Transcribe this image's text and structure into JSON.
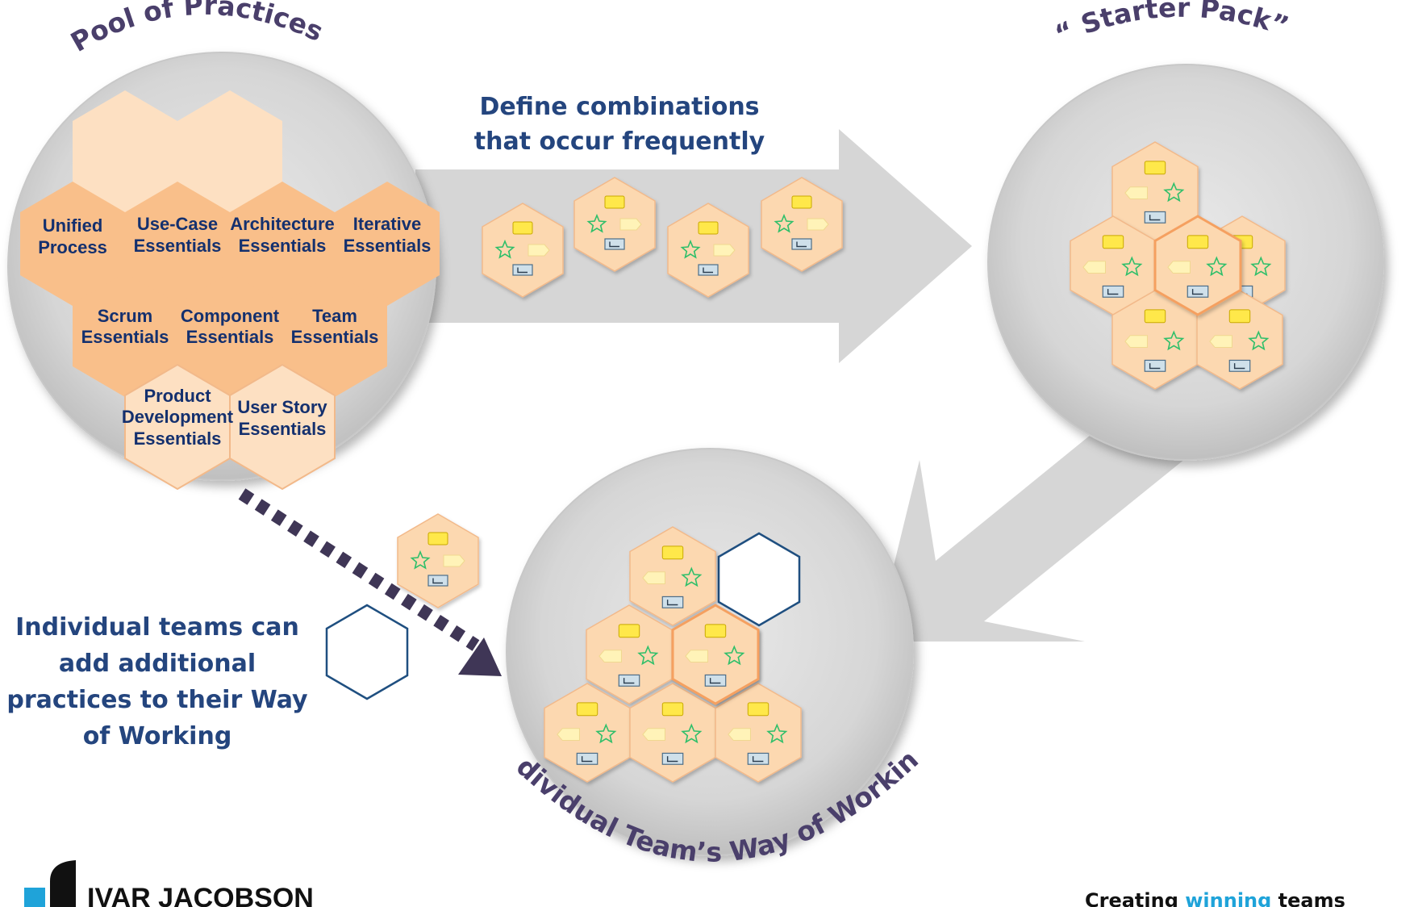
{
  "titles": {
    "pool": "Pool of Practices",
    "starter_pack": "“ Starter Pack”",
    "way_of_working": "Individual Team’s Way of Working"
  },
  "callouts": {
    "define_line1": "Define combinations",
    "define_line2": "that occur frequently",
    "teams_line1": "Individual teams can",
    "teams_line2": "add additional",
    "teams_line3": "practices to their Way",
    "teams_line4": "of Working"
  },
  "practices": [
    {
      "line1": "Unified",
      "line2": "Process"
    },
    {
      "line1": "Use-Case",
      "line2": "Essentials"
    },
    {
      "line1": "Architecture",
      "line2": "Essentials"
    },
    {
      "line1": "Iterative",
      "line2": "Essentials"
    },
    {
      "line1": "Scrum",
      "line2": "Essentials"
    },
    {
      "line1": "Component",
      "line2": "Essentials"
    },
    {
      "line1": "Team",
      "line2": "Essentials"
    },
    {
      "line1": "Product",
      "line2": "Development",
      "line3": "Essentials"
    },
    {
      "line1": "User Story",
      "line2": "Essentials"
    }
  ],
  "logo": {
    "name": "IVAR JACOBSON",
    "tagline_pre": "Creating ",
    "tagline_accent": "winning",
    "tagline_post": " teams"
  },
  "colors": {
    "hex_fill": "#fcd8b0",
    "hex_fill_dark": "#f9bf8a",
    "hex_stroke": "#f2b98a",
    "circle_fill": "#d9d9d9",
    "arrow_fill": "#d6d6d6",
    "text_blue": "#24457e",
    "title_purple": "#4a3f6b",
    "dashed_arrow": "#3f3656",
    "outline_hex": "#1f4f80",
    "accent_cyan": "#1fa3d9"
  },
  "icons": [
    "yellow-card-icon",
    "green-star-icon",
    "arrow-tag-icon",
    "flow-box-icon"
  ]
}
